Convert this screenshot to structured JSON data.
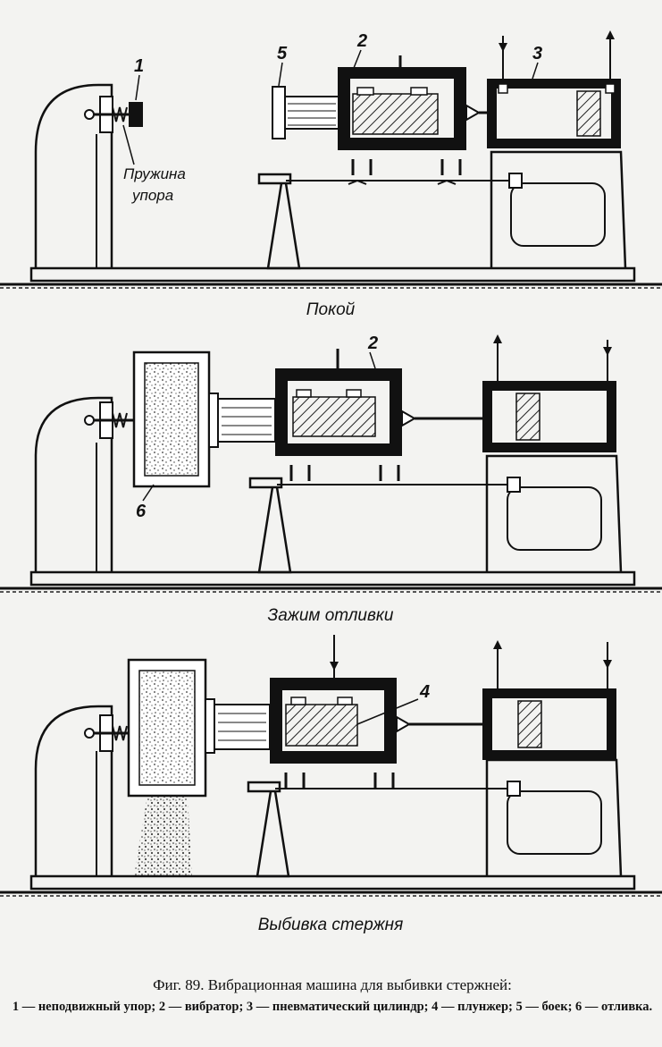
{
  "labels": {
    "n1": "1",
    "n2": "2",
    "n3": "3",
    "n4": "4",
    "n5": "5",
    "n6": "6",
    "spring_line1": "Пружина",
    "spring_line2": "упора"
  },
  "states": {
    "rest": "Покой",
    "clamp": "Зажим отливки",
    "knockout": "Выбивка стержня"
  },
  "caption": {
    "title": "Фиг. 89. Вибрационная машина для выбивки стержней:",
    "legend": "1 — неподвижный упор; 2 — вибратор; 3 — пневматический цилиндр; 4 — плунжер; 5 — боек; 6 — отливка."
  }
}
